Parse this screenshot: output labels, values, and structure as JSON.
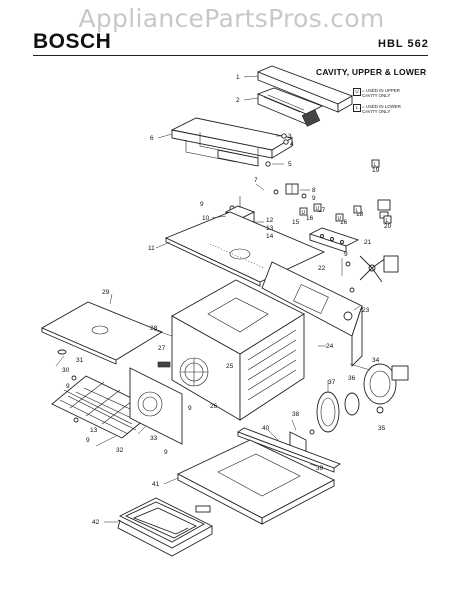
{
  "watermark": "AppliancePartsPros.com",
  "brand": "BOSCH",
  "model": "HBL 562",
  "section_title": "CAVITY, UPPER & LOWER",
  "legend": [
    {
      "code": "U",
      "text": "= USED IN UPPER CAVITY ONLY"
    },
    {
      "code": "L",
      "text": "= USED IN LOWER CAVITY ONLY"
    }
  ],
  "callouts": [
    "1",
    "2",
    "3",
    "4",
    "5",
    "6",
    "7",
    "8",
    "9",
    "9",
    "10",
    "11",
    "12",
    "13",
    "14",
    "15",
    "16",
    "16",
    "17",
    "18",
    "19",
    "20",
    "21",
    "22",
    "9",
    "23",
    "24",
    "25",
    "26",
    "27",
    "28",
    "29",
    "30",
    "31",
    "9",
    "9",
    "13",
    "9",
    "32",
    "33",
    "9",
    "34",
    "35",
    "36",
    "37",
    "38",
    "40",
    "39",
    "41",
    "42"
  ],
  "badges": [
    "U",
    "U",
    "U",
    "L",
    "L",
    "L"
  ]
}
